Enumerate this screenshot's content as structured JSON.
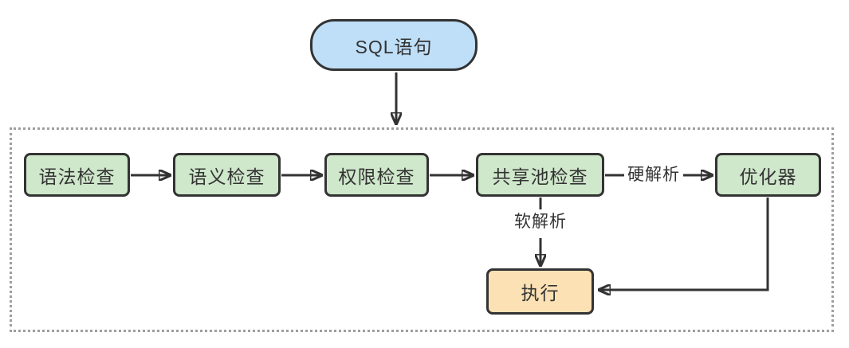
{
  "diagram": {
    "start": {
      "label": "SQL语句"
    },
    "pipeline": [
      {
        "label": "语法检查"
      },
      {
        "label": "语义检查"
      },
      {
        "label": "权限检查"
      },
      {
        "label": "共享池检查"
      },
      {
        "label": "优化器"
      }
    ],
    "edges": {
      "hard_parse_label": "硬解析",
      "soft_parse_label": "软解析"
    },
    "execute": {
      "label": "执行"
    },
    "colors": {
      "start_fill": "#bedff7",
      "stage_fill": "#cfe7cb",
      "execute_fill": "#fbe1b4",
      "stroke": "#333333",
      "container_border": "#9e9e9e"
    }
  }
}
